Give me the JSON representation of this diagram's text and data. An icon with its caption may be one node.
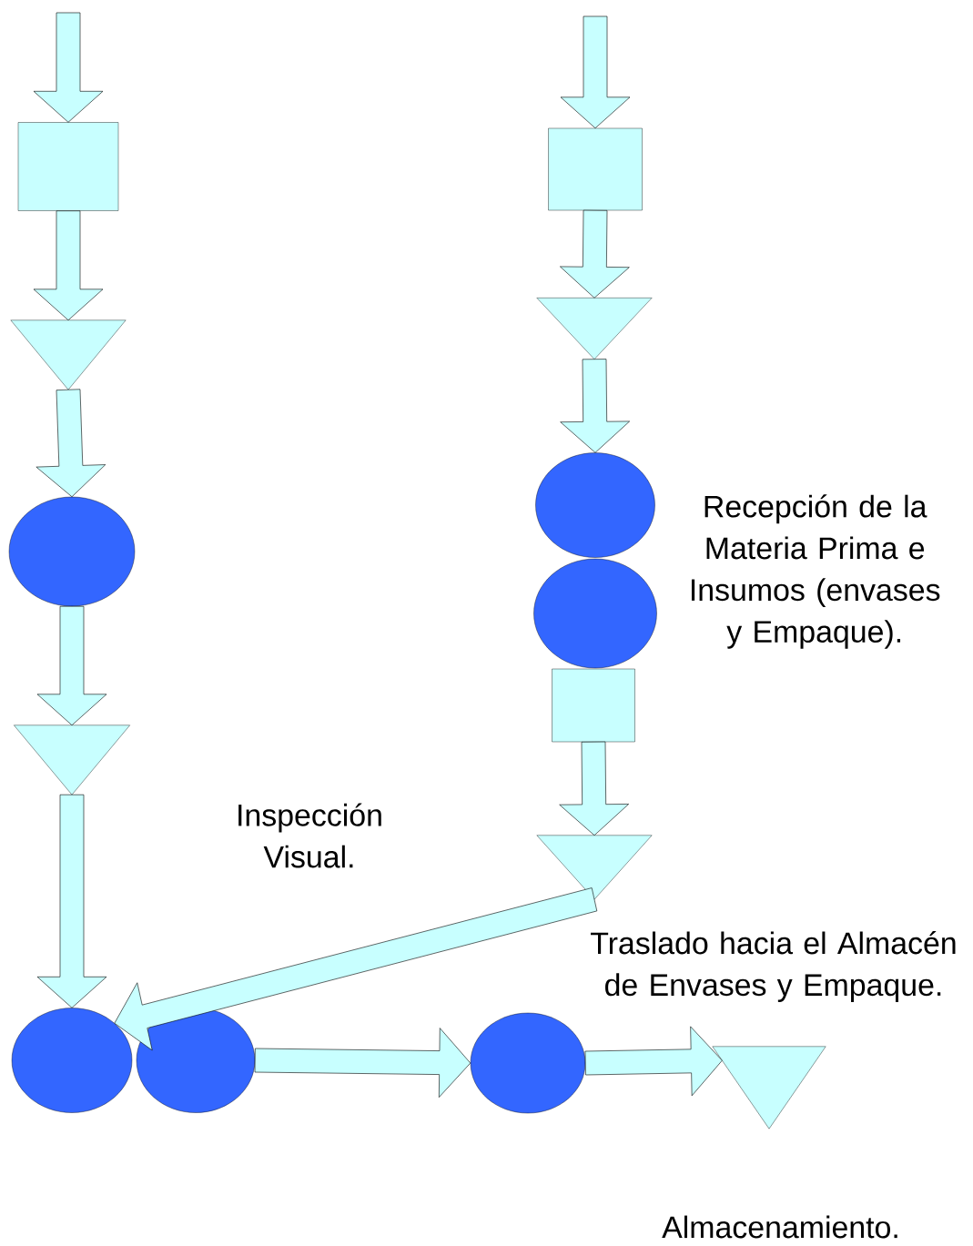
{
  "diagram": {
    "nodes": [
      {
        "text": [],
        "shape": "box"
      },
      {
        "text": [],
        "shape": "triangle"
      },
      {
        "text": [],
        "shape": "circle"
      },
      {
        "text": [],
        "shape": "triangle"
      },
      {
        "text": [],
        "shape": "circle"
      },
      {
        "text": [],
        "shape": "circle"
      },
      {
        "text": [],
        "shape": "circle"
      },
      {
        "text": [],
        "shape": "triangle"
      },
      {
        "text": [],
        "shape": "box"
      },
      {
        "text": [],
        "shape": "triangle"
      },
      {
        "text": [],
        "shape": "circle"
      },
      {
        "text": [],
        "shape": "circle"
      },
      {
        "text": [],
        "shape": "box"
      },
      {
        "text": [],
        "shape": "triangle"
      }
    ],
    "edges": [
      {
        "from": null,
        "to": 0,
        "arrow": "to"
      },
      {
        "from": 0,
        "to": 1,
        "arrow": "to"
      },
      {
        "from": 1,
        "to": 2,
        "arrow": "to"
      },
      {
        "from": 2,
        "to": 3,
        "arrow": "to"
      },
      {
        "from": 3,
        "to": 4,
        "arrow": "to"
      },
      {
        "from": null,
        "to": 8,
        "arrow": "to"
      },
      {
        "from": 8,
        "to": 9,
        "arrow": "to"
      },
      {
        "from": 9,
        "to": 10,
        "arrow": "to"
      },
      {
        "from": 12,
        "to": 13,
        "arrow": "to"
      },
      {
        "from": 13,
        "to": 4,
        "arrow": "to"
      },
      {
        "from": 5,
        "to": 6,
        "arrow": "to"
      },
      {
        "from": 6,
        "to": 7,
        "arrow": "to"
      }
    ],
    "labels": [
      "Recepción de la Materia Prima e Insumos (envases y Empaque).",
      "Inspección Visual.",
      "Traslado hacia el Almacén de Envases y Empaque.",
      "Almacenamiento."
    ]
  }
}
